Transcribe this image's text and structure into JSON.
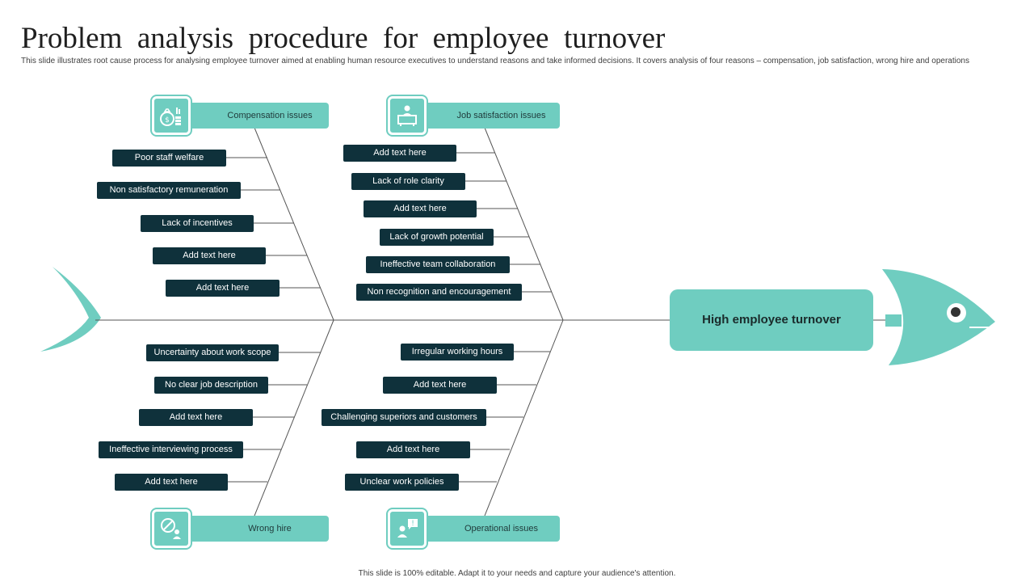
{
  "slide": {
    "title": "Problem  analysis  procedure  for  employee  turnover",
    "subtitle": "This slide illustrates root cause process for analysing employee turnover aimed at enabling human resource executives to understand reasons and take informed decisions. It covers analysis of four reasons – compensation, job satisfaction, wrong hire and operations",
    "footer": "This slide is 100% editable. Adapt it to your needs and capture your audience's attention."
  },
  "effect": {
    "label": "High employee turnover"
  },
  "categories": {
    "compensation": {
      "label": "Compensation issues",
      "icon": "money-bag-icon",
      "causes": [
        "Poor staff welfare",
        "Non satisfactory remuneration",
        "Lack of incentives",
        "Add text here",
        "Add text here"
      ]
    },
    "job_satisfaction": {
      "label": "Job satisfaction issues",
      "icon": "desk-worker-icon",
      "causes": [
        "Add text here",
        "Lack of role clarity",
        "Add text here",
        "Lack of growth potential",
        "Ineffective team collaboration",
        "Non recognition and encouragement"
      ]
    },
    "wrong_hire": {
      "label": "Wrong hire",
      "icon": "hiring-person-icon",
      "causes": [
        "Uncertainty about work scope",
        "No clear job description",
        "Add text here",
        "Ineffective interviewing process",
        "Add text here"
      ]
    },
    "operational": {
      "label": "Operational issues",
      "icon": "presenter-alert-icon",
      "causes": [
        "Irregular working hours",
        "Add text here",
        "Challenging  superiors and customers",
        "Add text here",
        "Unclear work policies"
      ]
    }
  },
  "colors": {
    "accent": "#6fcdc0",
    "dark": "#0f313b",
    "line": "#555555"
  }
}
